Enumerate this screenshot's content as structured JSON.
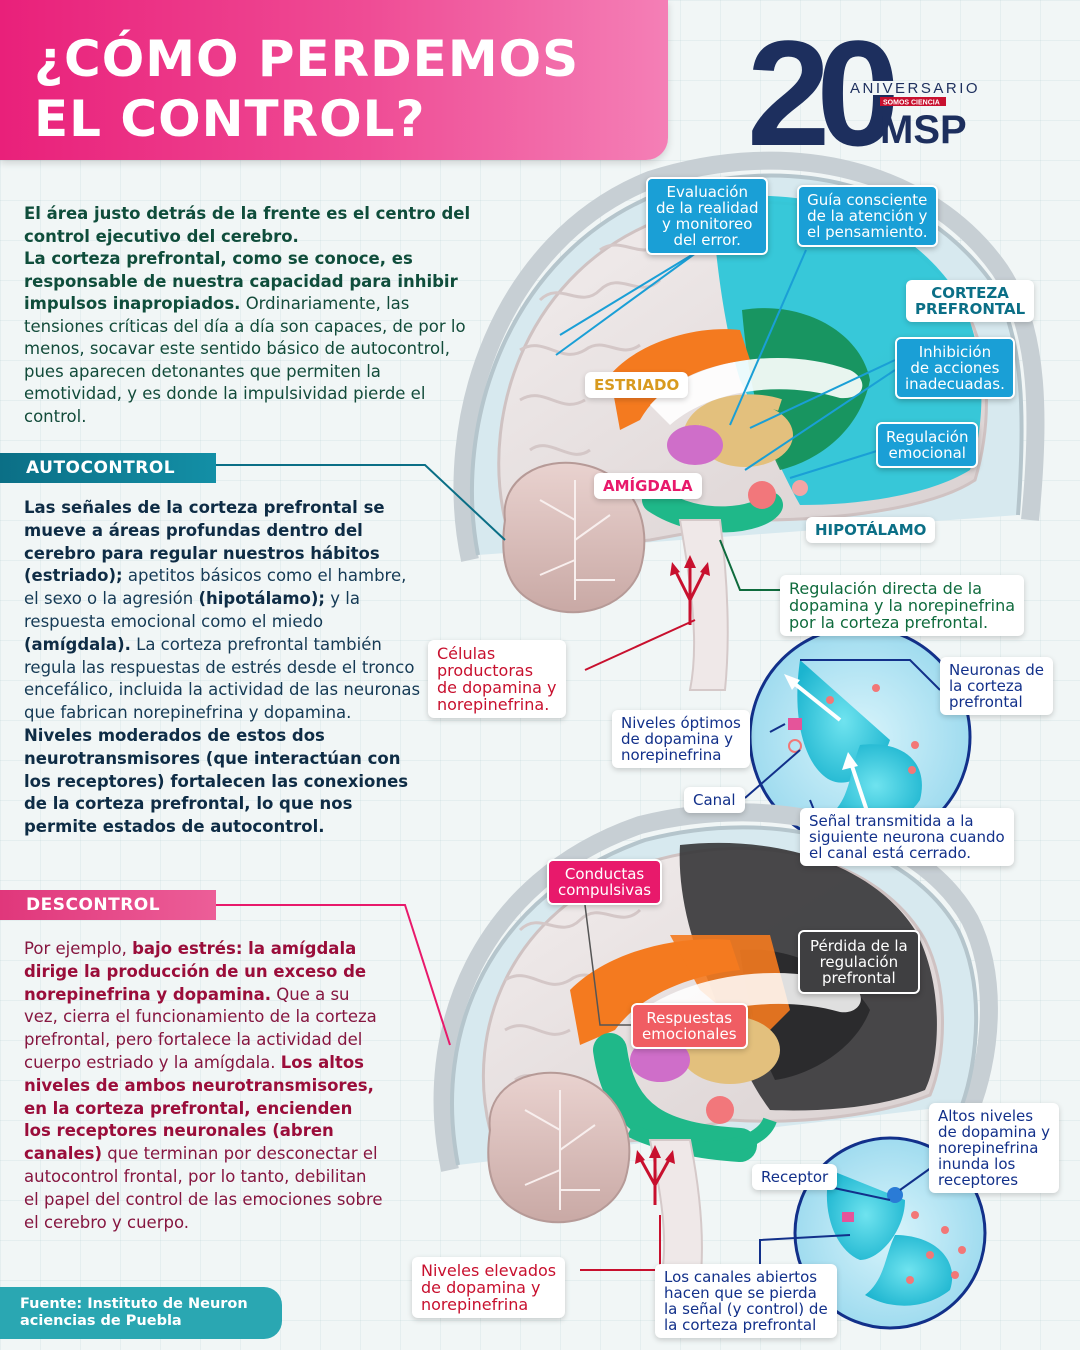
{
  "title": {
    "line1": "¿CÓMO PERDEMOS",
    "line2": "EL CONTROL?"
  },
  "logo": {
    "number": "20",
    "aniversario": "ANIVERSARIO",
    "tagline": "SOMOS CIENCIA",
    "brand": "MSP"
  },
  "intro": {
    "p1_bold": "El área justo detrás de la frente es el centro del control ejecutivo del cerebro.",
    "p2_bold": "La corteza prefrontal, como se conoce, es responsable de nuestra capacidad para inhibir impulsos inapropiados.",
    "p2_rest": " Ordinariamente, las tensiones críticas del día a día son capaces, de por lo menos, socavar este sentido básico de autocontrol, pues aparecen detonantes que permiten la emotividad, y es donde la impulsividad pierde el control."
  },
  "autocontrol": {
    "heading": "AUTOCONTROL",
    "s1_bold": "Las señales de la corteza prefrontal se mueve a áreas profundas dentro del cerebro para regular nuestros hábitos (estriado);",
    "s1_rest": " apetitos básicos como el hambre, el sexo o la agresión ",
    "s2_bold": "(hipotálamo);",
    "s2_rest": " y la respuesta emocional como el miedo ",
    "s3_bold": "(amígdala).",
    "s3_rest": " La corteza prefrontal también regula las respuestas de estrés desde el tronco encefálico, incluida la actividad de las neuronas que fabrican norepinefrina y dopamina. ",
    "s4_bold": "Niveles moderados de estos dos neurotransmisores (que interactúan con los receptores) fortalecen las conexiones de la corteza prefrontal, lo que nos permite estados de autocontrol."
  },
  "descontrol": {
    "heading": "DESCONTROL",
    "s1_rest": "Por ejemplo, ",
    "s1_bold": "bajo estrés: la amígdala dirige la producción de un exceso de norepinefrina y dopamina.",
    "s2_rest": " Que a su vez, cierra el funcionamiento de la corteza prefrontal, pero fortalece la actividad del cuerpo estriado y la amígdala. ",
    "s3_bold": "Los altos niveles de ambos neurotransmisores, en la corteza prefrontal, encienden los receptores neuronales (abren canales)",
    "s3_rest": " que terminan por desconectar el autocontrol frontal, por lo tanto, debilitan el papel del control de las emociones sobre el cerebro y cuerpo."
  },
  "source": {
    "line1": "Fuente: Instituto de Neuron",
    "line2": "aciencias de Puebla"
  },
  "labels_top": {
    "evaluacion": [
      "Evaluación",
      "de la realidad",
      "y monitoreo",
      "del error."
    ],
    "guia": [
      "Guía consciente",
      "de la atención y",
      "el pensamiento."
    ],
    "corteza": [
      "CORTEZA",
      "PREFRONTAL"
    ],
    "inhibicion": [
      "Inhibición",
      "de acciones",
      "inadecuadas."
    ],
    "regulacion": [
      "Regulación",
      "emocional"
    ],
    "estriado": "ESTRIADO",
    "amigdala": "AMÍGDALA",
    "hipotalamo": "HIPOTÁLAMO",
    "regulacion_directa": [
      "Regulación directa de la",
      "dopamina y la norepinefrina",
      "por la corteza prefrontal."
    ],
    "celulas": [
      "Células",
      "productoras",
      "de dopamina y",
      "norepinefrina."
    ],
    "neuronas": [
      "Neuronas de",
      "la corteza",
      "prefrontal"
    ],
    "niveles_optimos": [
      "Niveles óptimos",
      "de dopamina y",
      "norepinefrina"
    ],
    "canal": "Canal",
    "senal": [
      "Señal transmitida a la",
      "siguiente neurona cuando",
      "el canal está cerrado."
    ]
  },
  "labels_bottom": {
    "conductas": [
      "Conductas",
      "compulsivas"
    ],
    "perdida": [
      "Pérdida de la",
      "regulación",
      "prefrontal"
    ],
    "respuestas": [
      "Respuestas",
      "emocionales"
    ],
    "altos_niveles": [
      "Altos niveles",
      "de dopamina y",
      "norepinefrina",
      "inunda los",
      "receptores"
    ],
    "receptor": "Receptor",
    "niveles_elevados": [
      "Niveles elevados",
      "de dopamina y",
      "norepinefrina"
    ],
    "canales_abiertos": [
      "Los canales abiertos",
      "hacen que se pierda",
      "la señal (y control) de",
      "la corteza prefrontal"
    ]
  },
  "colors": {
    "pink": "#e8196b",
    "teal": "#0b6f86",
    "blue_box": "#1a9fd6",
    "cortex_cyan": "#25c3d6",
    "striatum_orange": "#f47a1f",
    "amygdala_green": "#1fb889",
    "dark_text_green": "#124b3a",
    "dark_text_blue": "#153a55",
    "dark_text_red": "#861640"
  }
}
